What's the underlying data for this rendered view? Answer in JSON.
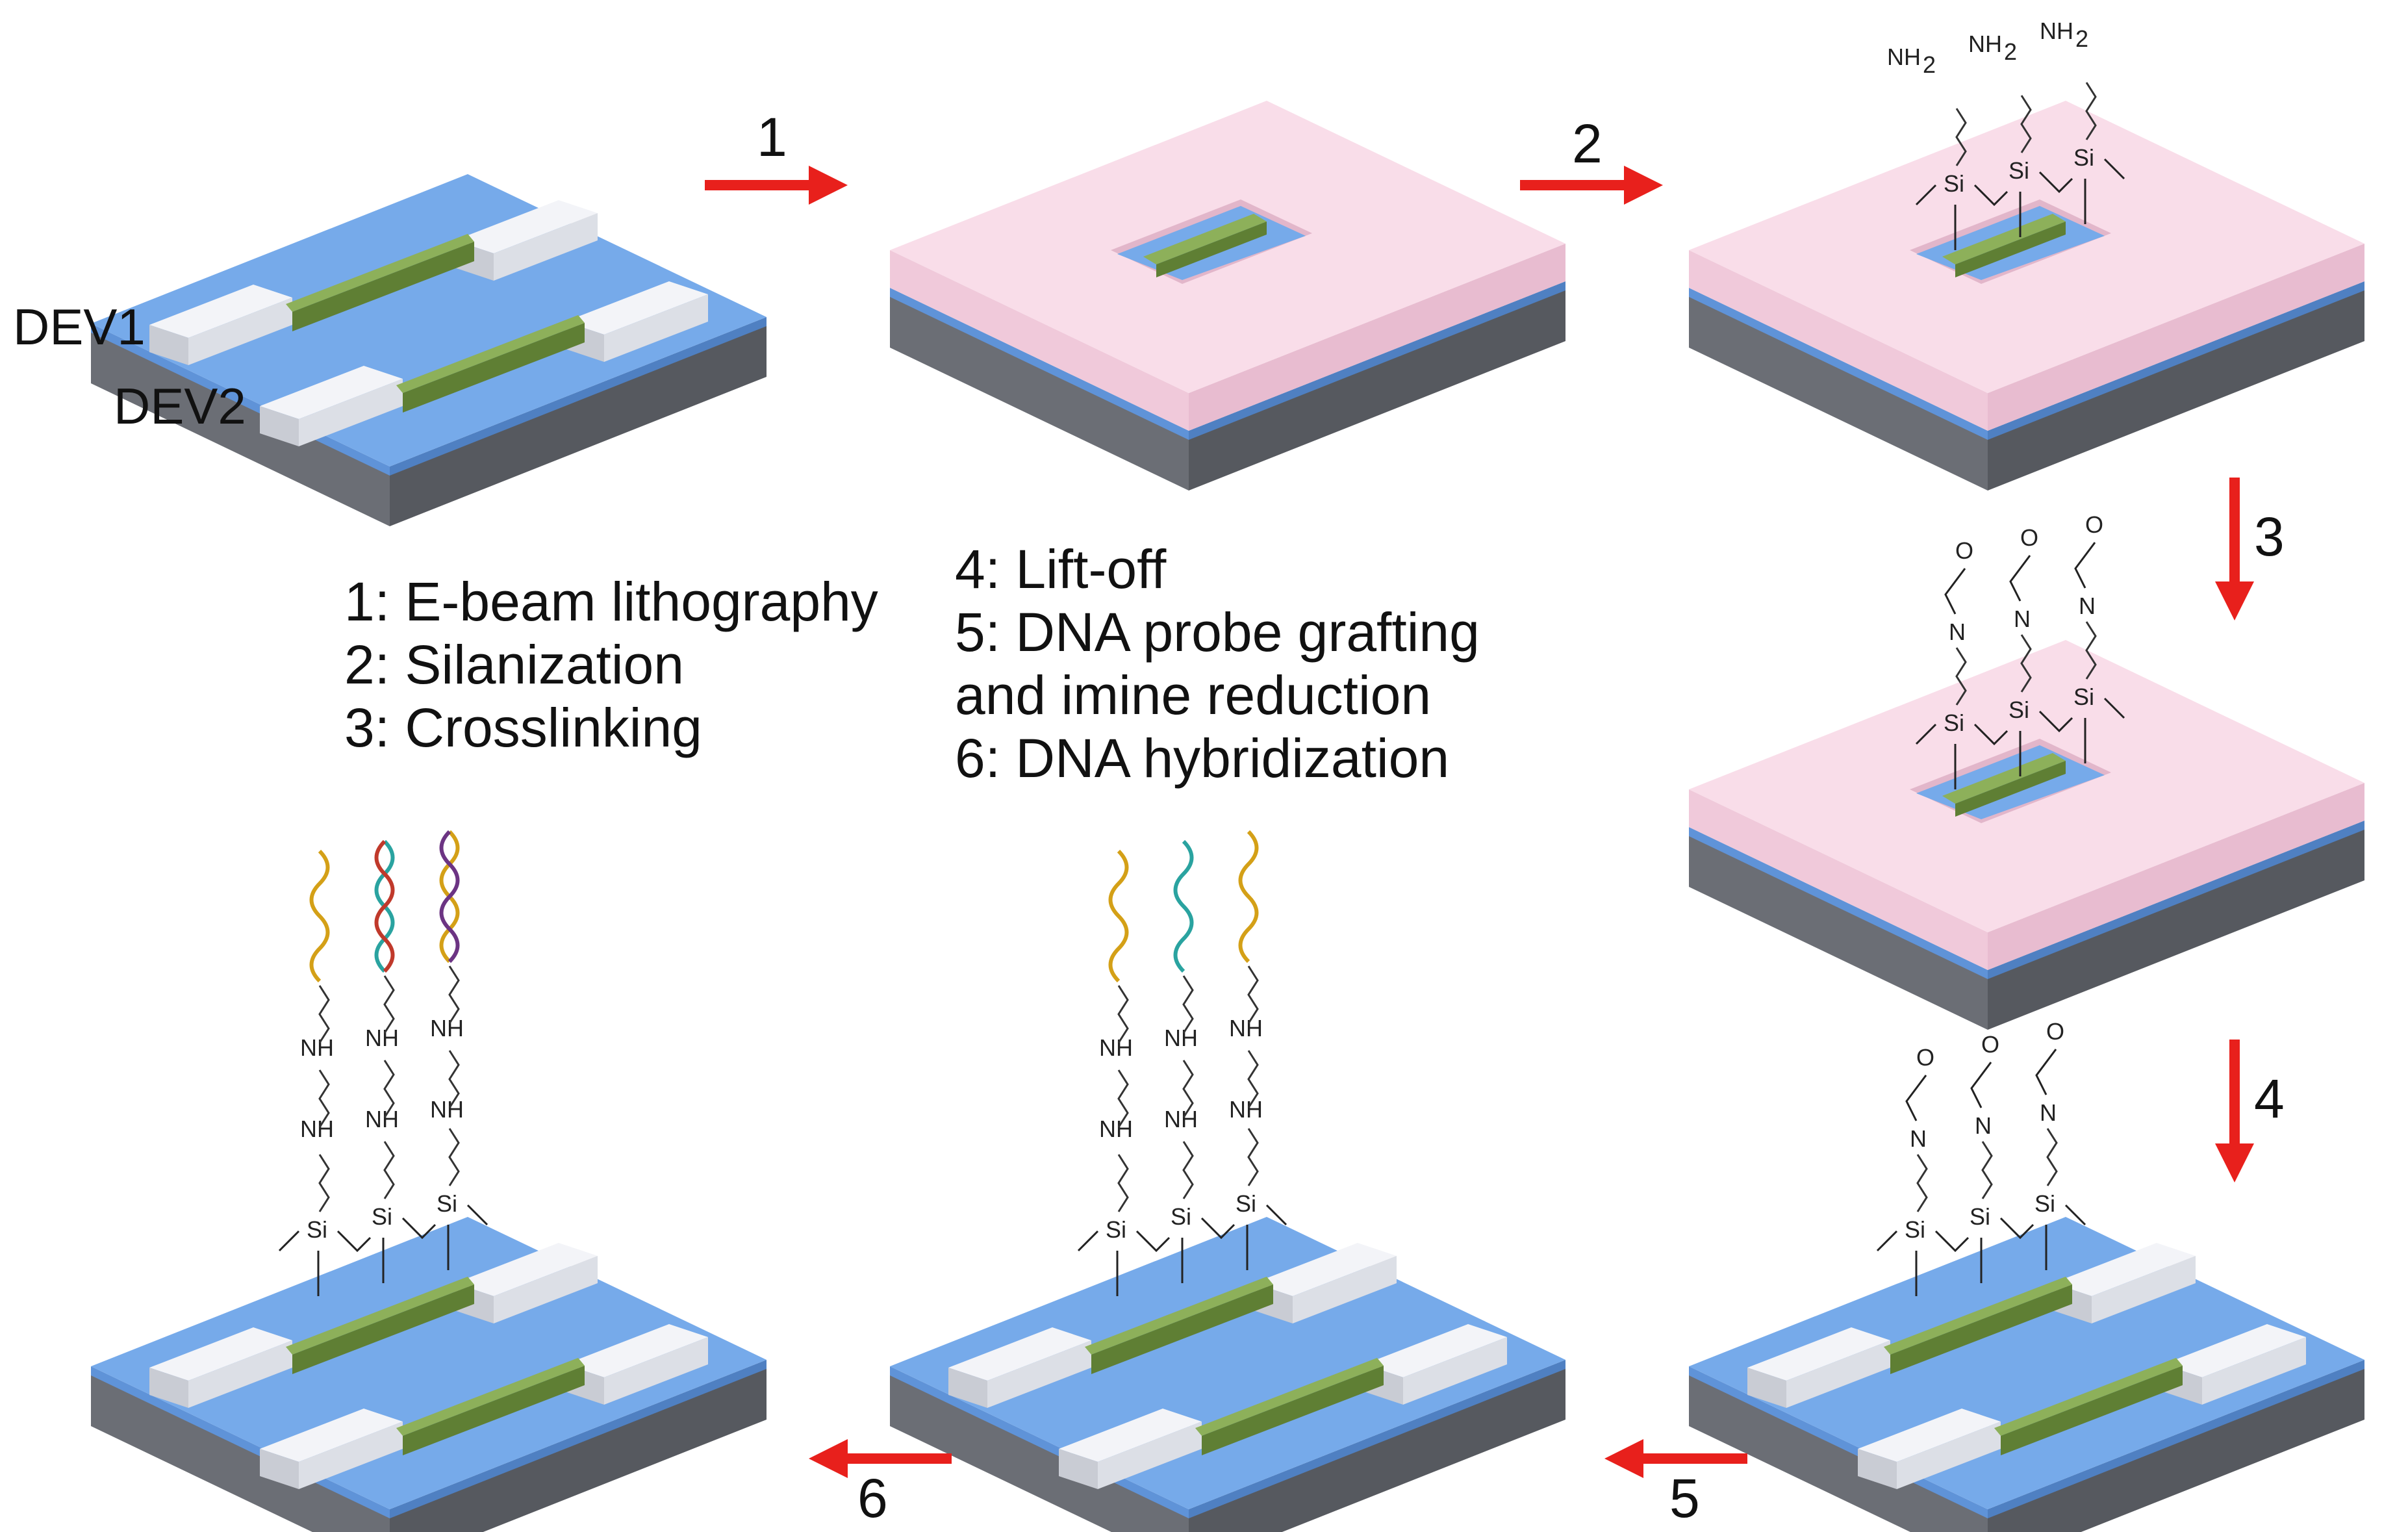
{
  "labels": {
    "dev1": "DEV1",
    "dev2": "DEV2"
  },
  "steps": [
    "1",
    "2",
    "3",
    "4",
    "5",
    "6"
  ],
  "legend_left": [
    "1: E-beam lithography",
    "2: Silanization",
    "3: Crosslinking"
  ],
  "legend_right": [
    "4: Lift-off",
    "5: DNA probe grafting",
    "and imine reduction",
    "6: DNA hybridization"
  ],
  "chem": {
    "nh2": "NH",
    "sub2": "2",
    "si": "Si",
    "o": "O",
    "n": "N",
    "nh": "NH"
  },
  "colors": {
    "substrate_side": "#6e7178",
    "substrate_front": "#5c5f66",
    "oxide_top": "#6ea6e8",
    "oxide_side": "#5d8fd4",
    "resist_top": "#f8d9e6",
    "resist_side": "#efc7d8",
    "nanowire": "#6a8c3e",
    "electrode": "#e6e8ee",
    "arrow": "#e8201c"
  }
}
